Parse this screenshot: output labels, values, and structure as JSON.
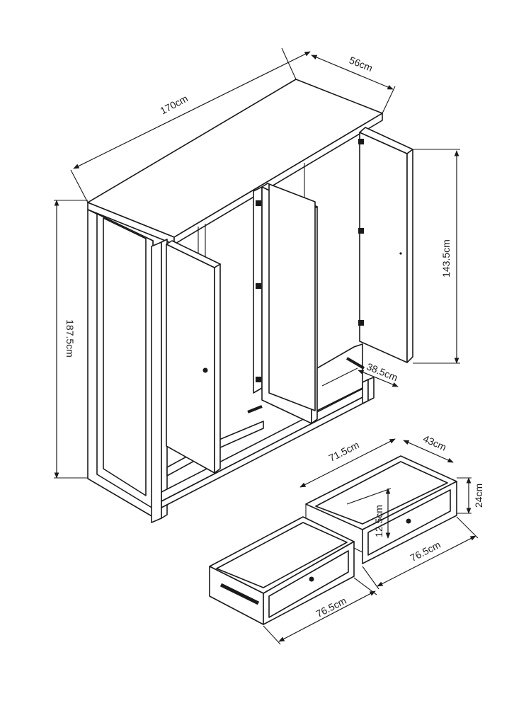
{
  "dimensions": {
    "width": "170cm",
    "depth": "56cm",
    "height": "187.5cm",
    "door_height": "143.5cm",
    "door_width": "38.5cm",
    "drawer_inner_width": "71.5cm",
    "drawer_inner_depth": "43cm",
    "drawer_height": "24cm",
    "drawer_inner_height": "12.5cm",
    "drawer_length_right": "76.5cm",
    "drawer_length_left": "76.5cm"
  }
}
